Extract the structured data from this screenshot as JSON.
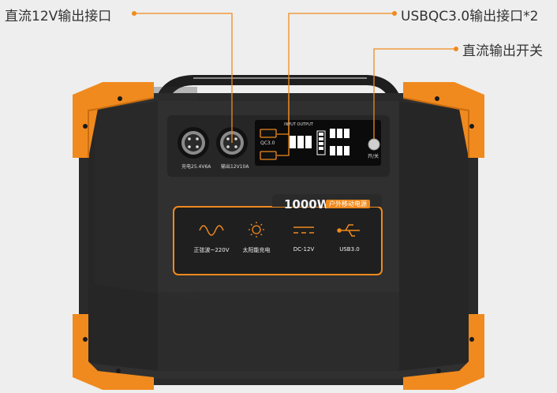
{
  "callouts": {
    "dc12v": "直流12V输出接口",
    "usbqc": "USBQC3.0输出接口*2",
    "dc_switch": "直流输出开关"
  },
  "panel": {
    "left_port_label": "充电25.4V6A",
    "right_port_label": "输出12V10A",
    "qc_label": "QC3.0",
    "input_output": "INPUT  OUTPUT",
    "switch_label": "开/关"
  },
  "badge": {
    "power": "1000W",
    "subtitle": "户外移动电源"
  },
  "features": [
    {
      "label": "正弦波~220V",
      "icon": "sine-wave-icon"
    },
    {
      "label": "太阳能充电",
      "icon": "sun-icon"
    },
    {
      "label": "DC-12V",
      "icon": "dc-icon"
    },
    {
      "label": "USB3.0",
      "icon": "usb-icon"
    }
  ],
  "colors": {
    "body": "#2b2b2b",
    "accent": "#f08a1e",
    "background": "#eeeeee"
  }
}
